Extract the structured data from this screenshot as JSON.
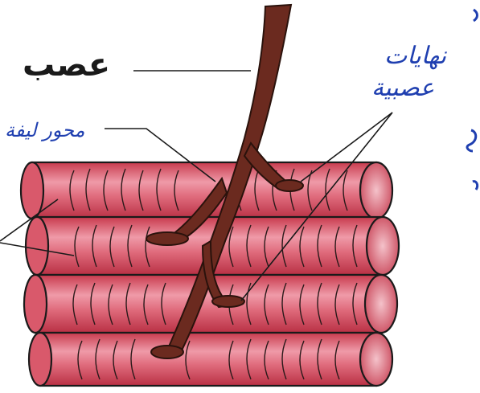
{
  "labels": {
    "nerve": "عصب",
    "axon_branch": "محور ليفة",
    "nerve_endings_line1": "نهايات",
    "nerve_endings_line2": "عصبية"
  },
  "colors": {
    "muscle_fiber": "#d94a5c",
    "muscle_fiber_light": "#f2b3bd",
    "nerve": "#6b2a1f",
    "ink": "#1a1a1a",
    "label_blue": "#1f3fb0"
  }
}
